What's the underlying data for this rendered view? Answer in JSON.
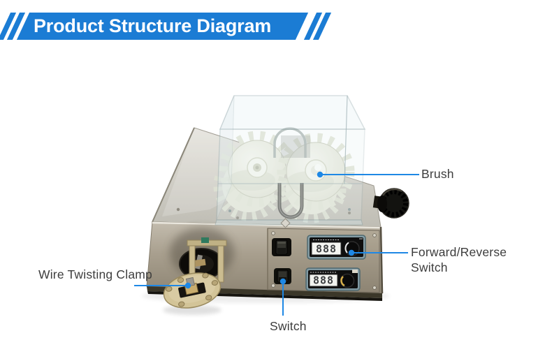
{
  "header": {
    "title": "Product Structure Diagram",
    "banner_color": "#1b7cd4",
    "title_color": "#ffffff"
  },
  "labels": {
    "brush": "Brush",
    "forward_reverse_switch": {
      "line1": "Forward/Reverse",
      "line2": "Switch"
    },
    "wire_twisting_clamp": "Wire Twisting Clamp",
    "switch": "Switch",
    "text_color": "#3d3d3d"
  },
  "leader": {
    "color": "#1e88e5"
  },
  "machine": {
    "controllers": [
      {
        "display": "888"
      },
      {
        "display": "888"
      }
    ]
  }
}
